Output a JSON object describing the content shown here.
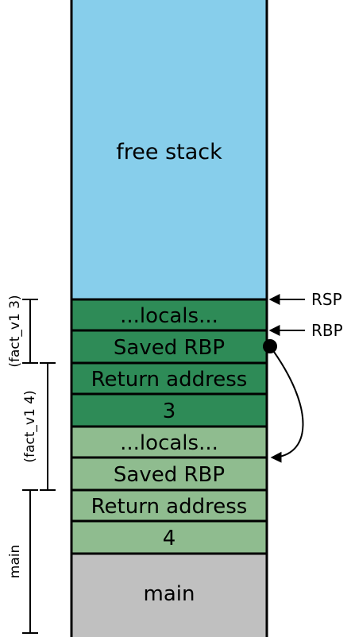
{
  "stack": {
    "free_region": {
      "label": "free stack",
      "color": "#87ceeb"
    },
    "cells": [
      {
        "label": "...locals...",
        "color": "#2e8b57"
      },
      {
        "label": "Saved RBP",
        "color": "#2e8b57"
      },
      {
        "label": "Return address",
        "color": "#2e8b57"
      },
      {
        "label": "3",
        "color": "#2e8b57"
      },
      {
        "label": "...locals...",
        "color": "#8fbc8f"
      },
      {
        "label": "Saved RBP",
        "color": "#8fbc8f"
      },
      {
        "label": "Return address",
        "color": "#8fbc8f"
      },
      {
        "label": "4",
        "color": "#8fbc8f"
      }
    ],
    "base_region": {
      "label": "main",
      "color": "#c0c0c0"
    }
  },
  "pointers": {
    "rsp": "RSP",
    "rbp": "RBP"
  },
  "frames": {
    "top": "(fact_v1 3)",
    "middle": "(fact_v1 4)",
    "bottom": "main"
  }
}
